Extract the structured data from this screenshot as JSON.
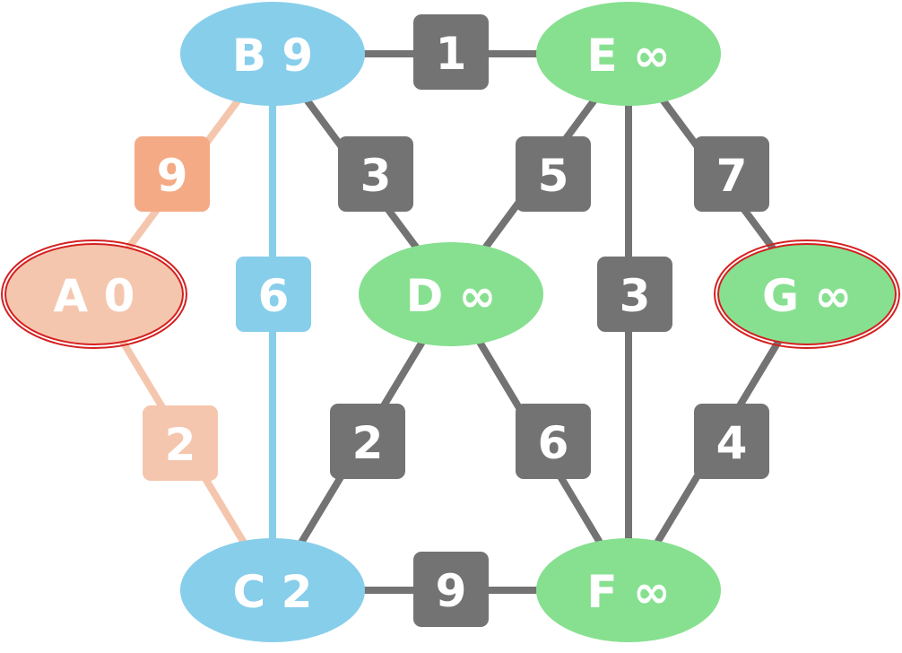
{
  "colors": {
    "visited": "#87CEEB",
    "unvisited": "#87E090",
    "start": "#F5C6AE",
    "active_edge": "#F4AA85",
    "gray_edge": "#737373",
    "highlight_ring": "#D42020"
  },
  "nodes": [
    {
      "id": "A",
      "label": "A 0",
      "state": "start",
      "highlight": true
    },
    {
      "id": "B",
      "label": "B 9",
      "state": "visited",
      "highlight": false
    },
    {
      "id": "C",
      "label": "C 2",
      "state": "visited",
      "highlight": false
    },
    {
      "id": "D",
      "label": "D ∞",
      "state": "unvisited",
      "highlight": false
    },
    {
      "id": "E",
      "label": "E ∞",
      "state": "unvisited",
      "highlight": false
    },
    {
      "id": "F",
      "label": "F ∞",
      "state": "unvisited",
      "highlight": false
    },
    {
      "id": "G",
      "label": "G ∞",
      "state": "unvisited",
      "highlight": true
    }
  ],
  "edges": [
    {
      "from": "A",
      "to": "B",
      "weight": "9",
      "style": "active"
    },
    {
      "from": "A",
      "to": "C",
      "weight": "2",
      "style": "start"
    },
    {
      "from": "B",
      "to": "C",
      "weight": "6",
      "style": "visited"
    },
    {
      "from": "B",
      "to": "E",
      "weight": "1",
      "style": "gray"
    },
    {
      "from": "B",
      "to": "D",
      "weight": "3",
      "style": "gray"
    },
    {
      "from": "C",
      "to": "D",
      "weight": "2",
      "style": "gray"
    },
    {
      "from": "C",
      "to": "F",
      "weight": "9",
      "style": "gray"
    },
    {
      "from": "D",
      "to": "E",
      "weight": "5",
      "style": "gray"
    },
    {
      "from": "D",
      "to": "F",
      "weight": "6",
      "style": "gray"
    },
    {
      "from": "E",
      "to": "F",
      "weight": "3",
      "style": "gray"
    },
    {
      "from": "E",
      "to": "G",
      "weight": "7",
      "style": "gray"
    },
    {
      "from": "F",
      "to": "G",
      "weight": "4",
      "style": "gray"
    }
  ]
}
